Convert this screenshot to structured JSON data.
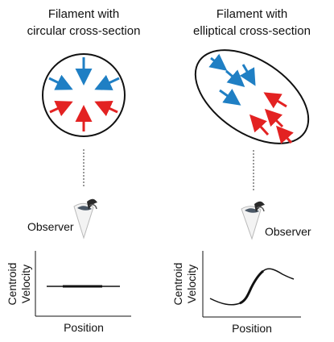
{
  "left_panel": {
    "title_line1": "Filament with",
    "title_line2": "circular cross-section",
    "observer_label": "Observer",
    "plot": {
      "y_label_line1": "Centroid",
      "y_label_line2": "Velocity",
      "x_label": "Position"
    }
  },
  "right_panel": {
    "title_line1": "Filament with",
    "title_line2": "elliptical cross-section",
    "observer_label": "Observer",
    "plot": {
      "y_label_line1": "Centroid",
      "y_label_line2": "Velocity",
      "x_label": "Position"
    }
  },
  "colors": {
    "blue_arrow": "#1f7fc4",
    "red_arrow": "#e32222",
    "outline": "#111111"
  }
}
